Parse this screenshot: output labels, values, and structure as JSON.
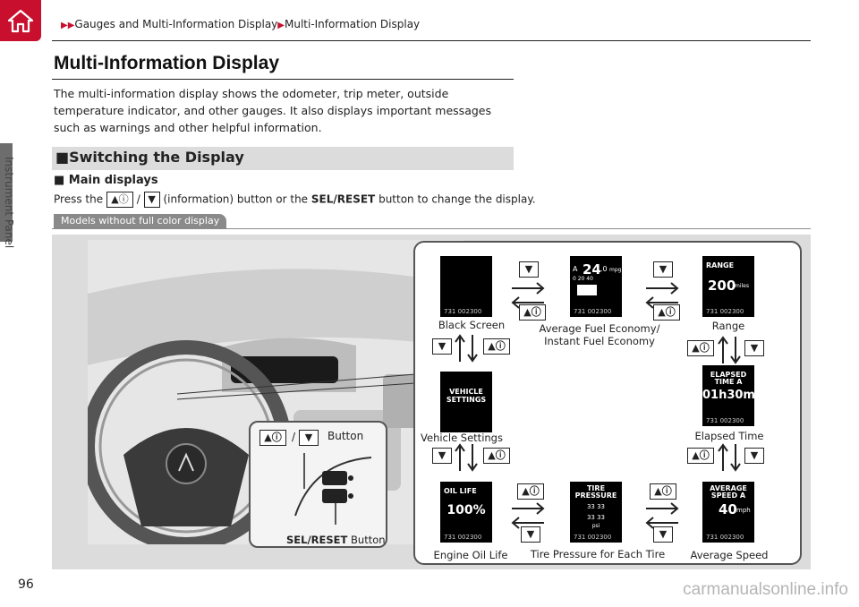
{
  "breadcrumb": {
    "part1": "Gauges and Multi-Information Display",
    "part2": "Multi-Information Display"
  },
  "side_tab": "Instrument Panel",
  "page_title": "Multi-Information Display",
  "intro": "The multi-information display shows the odometer, trip meter, outside temperature indicator, and other gauges. It also displays important messages such as warnings and other helpful information.",
  "section": "■Switching the Display",
  "subsection": "■ Main displays",
  "instruction": {
    "pre": "Press the",
    "slash": "/",
    "mid": "(information) button or the",
    "bold": "SEL/RESET",
    "post": "button to change the display."
  },
  "model_tag": "Models without full color display",
  "inset": {
    "slash": "/",
    "button_label": "Button",
    "sel_bold": "SEL/RESET",
    "sel_label": "Button"
  },
  "keys": {
    "up": "▲ⓘ",
    "down": "▼"
  },
  "screens": {
    "odo": "731  002300",
    "fuel": {
      "value": "24",
      "decimal": ".0",
      "unit": "mpg",
      "scale": "0  20  40",
      "mode": "A"
    },
    "range": {
      "title": "RANGE",
      "value": "200",
      "unit": "miles"
    },
    "elapsed": {
      "title1": "ELAPSED",
      "title2": "TIME A",
      "value": "01h30m"
    },
    "vehicle": {
      "title1": "VEHICLE",
      "title2": "SETTINGS"
    },
    "oil": {
      "title": "OIL LIFE",
      "value": "100%"
    },
    "tire": {
      "title1": "TIRE",
      "title2": "PRESSURE",
      "values": "33  33",
      "unit": "psi"
    },
    "speed": {
      "title1": "AVERAGE",
      "title2": "SPEED A",
      "value": "40",
      "unit": "mph"
    }
  },
  "labels": {
    "black": "Black Screen",
    "fuel1": "Average Fuel Economy/",
    "fuel2": "Instant Fuel Economy",
    "range": "Range",
    "vehicle": "Vehicle Settings",
    "elapsed": "Elapsed Time",
    "oil": "Engine Oil Life",
    "tire": "Tire Pressure for Each Tire",
    "speed": "Average Speed"
  },
  "page_number": "96",
  "footer": "carmanualsonline.info",
  "colors": {
    "accent": "#c8102e",
    "panel": "#dcdcdc",
    "tag": "#8a8a8a"
  }
}
